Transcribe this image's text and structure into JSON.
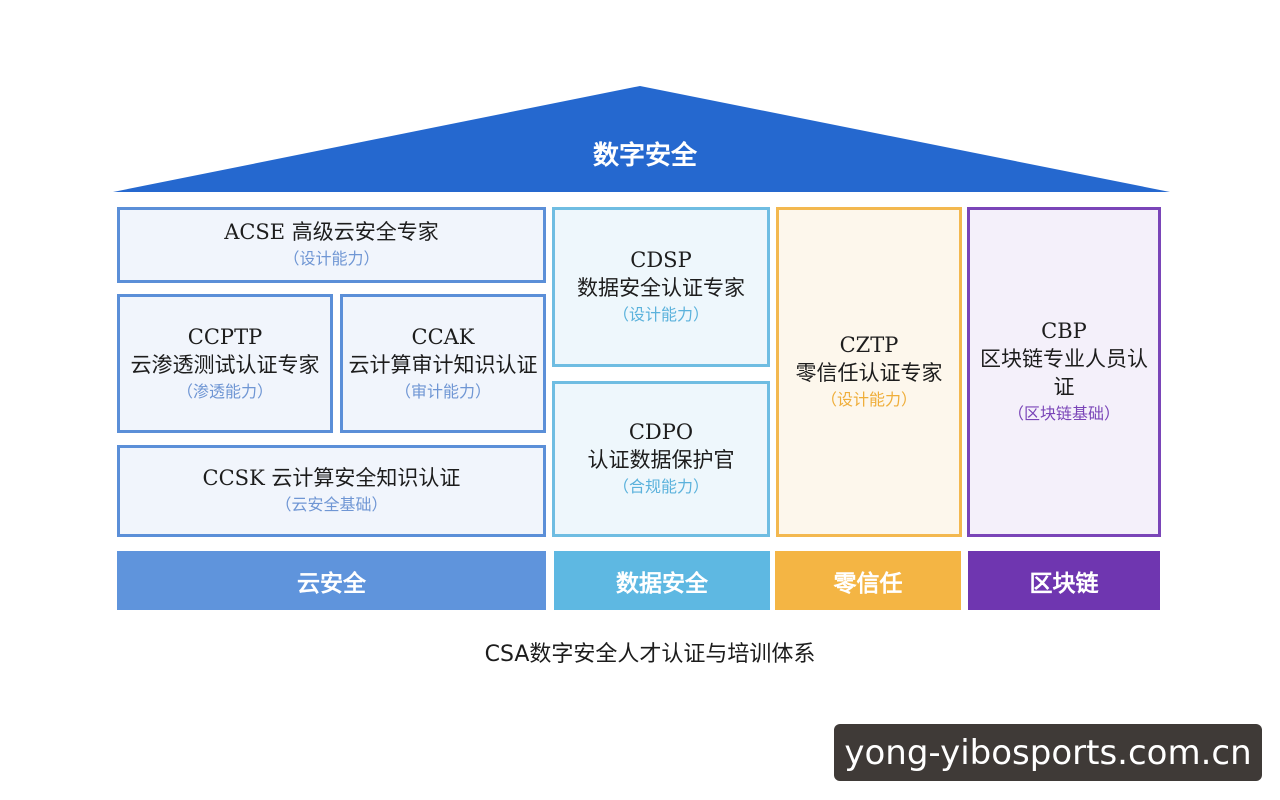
{
  "roof": {
    "title": "数字安全",
    "color": "#2568cf"
  },
  "boxes": {
    "acse": {
      "title": "ACSE 高级云安全专家",
      "sub": "（设计能力）"
    },
    "ccptp": {
      "title1": "CCPTP",
      "title2": "云渗透测试认证专家",
      "sub": "（渗透能力）"
    },
    "ccak": {
      "title1": "CCAK",
      "title2": "云计算审计知识认证",
      "sub": "（审计能力）"
    },
    "ccsk": {
      "title": "CCSK 云计算安全知识认证",
      "sub": "（云安全基础）"
    },
    "cdsp": {
      "title1": "CDSP",
      "title2": "数据安全认证专家",
      "sub": "（设计能力）"
    },
    "cdpo": {
      "title1": "CDPO",
      "title2": "认证数据保护官",
      "sub": "（合规能力）"
    },
    "cztp": {
      "title1": "CZTP",
      "title2": "零信任认证专家",
      "sub": "（设计能力）"
    },
    "cbp": {
      "title1": "CBP",
      "title2": "区块链专业人员认",
      "title3": "证",
      "sub": "（区块链基础）"
    }
  },
  "bases": {
    "cloud": "云安全",
    "data": "数据安全",
    "zero": "零信任",
    "chain": "区块链"
  },
  "caption": "CSA数字安全人才认证与培训体系",
  "watermark": "yong-yibosports.com.cn"
}
